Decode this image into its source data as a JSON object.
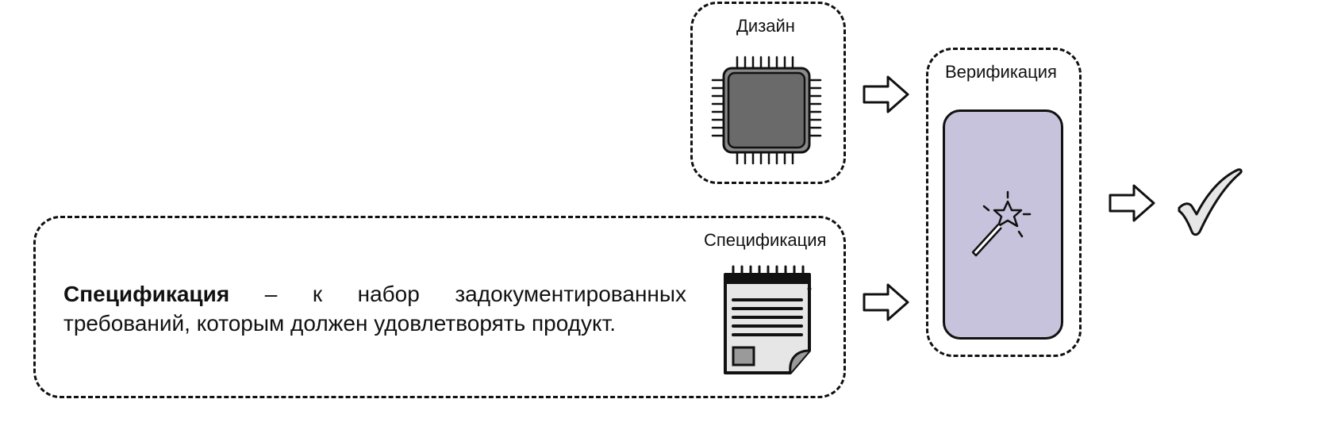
{
  "design": {
    "label": "Дизайн",
    "icon": "chip-icon"
  },
  "spec": {
    "label": "Спецификация",
    "term": "Спецификация",
    "definition": " – к набор задокументированных требований, которым должен удовлетворять продукт.",
    "icon": "notepad-icon"
  },
  "verification": {
    "label": "Верификация",
    "icon": "magic-wand-icon",
    "fill_color": "#c8c3dc"
  },
  "result": {
    "icon": "checkmark-icon"
  },
  "colors": {
    "chip": "#6a6a6a",
    "outline": "#111111",
    "paper": "#e6e6e6"
  }
}
